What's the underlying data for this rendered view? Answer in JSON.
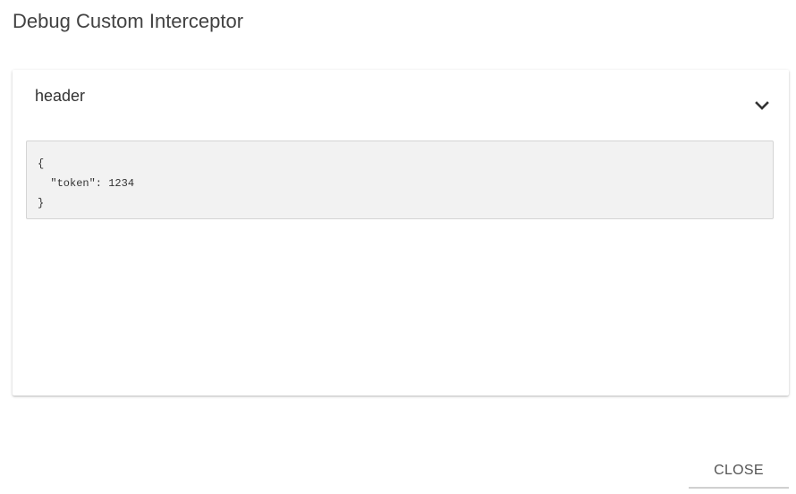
{
  "dialog": {
    "title": "Debug Custom Interceptor"
  },
  "panel": {
    "title": "header",
    "expanded": true,
    "toggle_icon": "chevron-down-icon",
    "code": "{\n  \"token\": 1234\n}"
  },
  "actions": {
    "close_label": "CLOSE"
  }
}
